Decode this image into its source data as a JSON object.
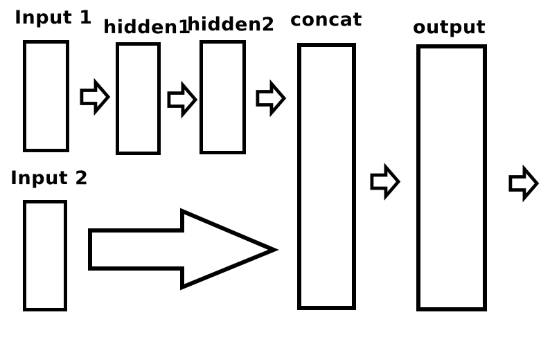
{
  "diagram": {
    "background": "#ffffff",
    "line_color": "#000000",
    "nodes": {
      "input1": {
        "label": "Input 1"
      },
      "hidden1": {
        "label": "hidden1"
      },
      "hidden2": {
        "label": "hidden2"
      },
      "concat": {
        "label": "concat"
      },
      "output": {
        "label": "output"
      },
      "input2": {
        "label": "Input 2"
      }
    },
    "edges": [
      {
        "from": "Input 1",
        "to": "hidden1",
        "style": "small-block-arrow"
      },
      {
        "from": "hidden1",
        "to": "hidden2",
        "style": "small-block-arrow"
      },
      {
        "from": "hidden2",
        "to": "concat",
        "style": "small-block-arrow"
      },
      {
        "from": "Input 2",
        "to": "concat",
        "style": "large-block-arrow"
      },
      {
        "from": "concat",
        "to": "output",
        "style": "small-block-arrow"
      },
      {
        "from": "output",
        "to": "",
        "style": "small-block-arrow"
      }
    ]
  }
}
